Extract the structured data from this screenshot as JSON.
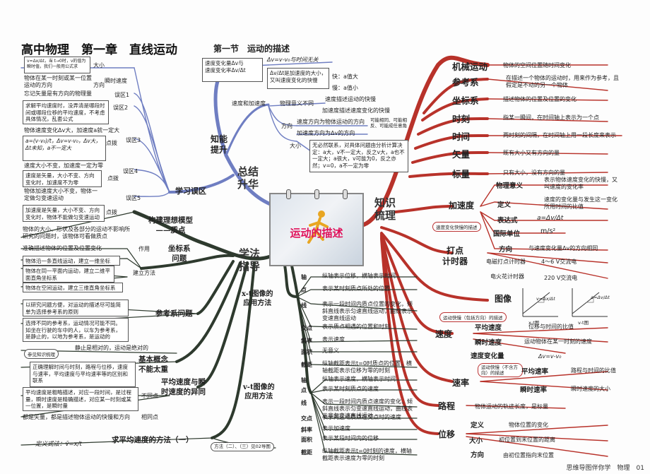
{
  "header": {
    "title": "高中物理　第一章　直线运动",
    "section": "第一节　运动的描述"
  },
  "center": {
    "label": "运动的描述"
  },
  "colors": {
    "knowledge": "#b8322a",
    "practice": "#2f3f7a",
    "summary": "#6f7ec2",
    "method": "#2e3a2e",
    "accent": "#e0105a"
  },
  "branches": {
    "knowledge": {
      "label": "知识\n梳理"
    },
    "summary": {
      "label": "总结\n升华"
    },
    "method": {
      "label": "学法\n指导"
    }
  },
  "knowledge_items": [
    {
      "key": "机械运动",
      "desc": "物体的空间位置随时间变化"
    },
    {
      "key": "参考系",
      "desc": "在描述一个物体的运动时，用来作为参考，且假定是不动的另一个物体"
    },
    {
      "key": "坐标系",
      "desc": "描述物体的位置及位置的变化"
    },
    {
      "key": "时刻",
      "desc": "指某一瞬间，在时间轴上表示为一个点"
    },
    {
      "key": "时间",
      "desc": "两时刻的间隔，在时间轴上用一段长度来表示"
    },
    {
      "key": "矢量",
      "desc": "既有大小又有方向的量"
    },
    {
      "key": "标量",
      "desc": "只有大小，没有方向的量"
    }
  ],
  "acceleration": {
    "label": "加速度",
    "note": "速度变化快慢的描述",
    "physics_meaning": "物理意义",
    "physics_meaning_desc": "表示物体速度变化的快慢，又叫速度的变化率",
    "definition": "定义",
    "definition_desc": "速度的变化量与发生这一变化所用时间的比值",
    "expression": "表达式",
    "expression_value": "a=Δv/Δt",
    "unit": "国际单位",
    "unit_value": "m/s²",
    "direction": "方向",
    "direction_desc": "与速度变化量Δv的方向相同"
  },
  "timer": {
    "label": "打点\n计时器",
    "items": [
      {
        "key": "电磁打点计时器",
        "value": "4～6 V交流电"
      },
      {
        "key": "电火花计时器",
        "value": "220 V交流电"
      }
    ]
  },
  "image_label": "图像",
  "graph_captions": [
    "x-t图",
    "v-t图"
  ],
  "graph_formulas": [
    "v=Δx/Δt",
    "a=Δv/Δt"
  ],
  "velocity": {
    "label": "速度",
    "note": "运动快慢（包括方向）的描述",
    "avg": "平均速度",
    "avg_desc": "位移与时间的比值",
    "inst": "瞬时速度",
    "inst_desc": "运动物体在某一时刻的速度",
    "change": "速度变化量",
    "change_value": "Δv=v-v₀"
  },
  "speed": {
    "label": "速率",
    "note": "运动快慢（不含方向）的描述",
    "avg": "平均速率",
    "avg_desc": "路程与时间的比值",
    "inst": "瞬时速率",
    "inst_desc": "瞬时速度的大小"
  },
  "path": {
    "label": "路程",
    "desc": "物体运动的轨迹长度，是标量"
  },
  "displacement": {
    "label": "位移",
    "def": "定义",
    "def_desc": "物体位置的变化",
    "size": "大小",
    "size_desc": "初位置到末位置的距离",
    "dir": "方向",
    "dir_desc": "由初位置指向末位置"
  },
  "summary": {
    "ability": "知能\n提升",
    "practice": "学习误区",
    "top_box1": "速度变化量Δv与\n速度变化率Δv/Δt",
    "top_formula": "Δv=v-v₀与时间无关",
    "top_box2": "Δv/Δt是加速度的大小，\n又叫速度变化的快慢",
    "fast": "快：a值大",
    "slow": "慢：a值小",
    "va": "速度和加速度",
    "va_meaning": "物理意义不同",
    "va_m1": "速度描述运动的快慢",
    "va_m2": "加速度描述速度变化的快慢",
    "dir": "方向",
    "dir1": "速度方向为物体运动的方向",
    "dir_note": "可能相同、可能相反、可能成任意角",
    "dir2": "加速度方向为Δv的方向",
    "size": "大小",
    "size_box": "无必然联系，对具体问题由分析计算决定：a大，v不一定大，反之v大，a也不一定大；a很大，v可能为0，反之亦然；v=0，a不一定为零"
  },
  "practice": {
    "zone1": "误区1",
    "zone2": "误区2",
    "zone3": "误区3",
    "zone4": "误区4",
    "zone5": "误区5",
    "big": "大小",
    "dir": "方向",
    "inst_v": "瞬时速度",
    "p_formula": "v=Δx/Δt，当 t→0时，v的值为瞬时值，我们一般用公式求",
    "p1": "物体在某一时刻或某一位置运动的方向",
    "z1": "忘记矢量是有方向的物理量",
    "z2": "求解平均速度时，没弄清是哪段时间或哪段位移的平均速度，不考虑具体情况，乱套公式",
    "z3a": "物体速度变化Δv大，加速度a就一定大",
    "z3b": "a=(v-v₀)/t，Δv=v-v₀，Δv大，Δt未知，a不一定大",
    "zd": "点拨",
    "z4a": "速度大小不变，加速度一定为零",
    "z4b": "速度是矢量，大小不变、方向变化时，加速度不为零",
    "z5a": "物体加速度大小不变，物体一定做匀变速运动",
    "z5b": "加速度是矢量，大小不变、方向变化时，物体不能做匀变速运动"
  },
  "method": {
    "model": "构建理想模型\n——质点",
    "model_desc": "物体的大小、形状及各部分的运动不影响所研究的问题时，该物体可看做质点",
    "coord": "坐标系\n问题",
    "role": "作用",
    "role_desc": "准确描述物体的位置及位置变化",
    "build": "建立方法",
    "b1": "物体沿一条直线运动，建立一维坐标",
    "b2": "物体在同一平面内运动，建立二维平面直角坐标系",
    "b3": "物体在空间运动，建立三维直角坐标系",
    "ref": "参考系问题",
    "ref1": "以研究问题方便，对运动的描述尽可能简单为选择参考系的原则",
    "ref2": "选择不同的参考系，运动情况可能不同。如坐在行驶的车中的人，以车为参考系，是静止的，以地为参考系，是运动的",
    "ref_note": "参见知识梳理",
    "ref3": "静止是相对的，运动是绝对的",
    "concept": "基本概念\n不能太重",
    "concept_desc": "正确理解时间与时刻，路程与位移，速度与速率，平均速度与平均速率等的区别和联系",
    "avginst": "平均速度与瞬\n时速度的异同",
    "diff": "不同点",
    "diff_desc": "平均速度是粗略描述，对应一段时间，是过程量，瞬时速度是精确描述，对应某一时刻或某一位置，是瞬时量",
    "same": "相同点",
    "same_desc": "都是矢量，都是描述物体运动的快慢和方向",
    "xt": "x-t图像的\n应用方法",
    "vt": "v-t图像的\n应用方法",
    "avg_method": "求平均速度的方法（一）",
    "avg_formula": "定义式法：v̄=x/t",
    "avg_more": "方法（二）、（三）见02导图"
  },
  "xt_rows": [
    {
      "k": "轴",
      "v": "纵轴表示位移，横轴表示时间"
    },
    {
      "k": "点",
      "v": "表示某时刻质点所处的位置"
    },
    {
      "k": "线",
      "v": "表示一段时间内质点位置的变化，倾斜直线表示匀速直线运动，曲线表示变速直线运动"
    },
    {
      "k": "交点",
      "v": "表示质点相遇的位置和时刻"
    },
    {
      "k": "斜率",
      "v": "表示速度"
    },
    {
      "k": "面积",
      "v": "无意义"
    },
    {
      "k": "截距",
      "v": "纵轴截距表示t=0时质点的位置，横轴截距表示位移为零的时刻"
    }
  ],
  "vt_rows": [
    {
      "k": "轴",
      "v": "纵轴表示速度，横轴表示时间"
    },
    {
      "k": "点",
      "v": "表示某时刻质点的速度"
    },
    {
      "k": "线",
      "v": "表示一段时间内质点速度的变化，倾斜直线表示匀变速直线运动，曲线表示非匀变速直线运动"
    },
    {
      "k": "交点",
      "v": "表示两运动质点在交点时的速度"
    },
    {
      "k": "斜率",
      "v": "表示加速度"
    },
    {
      "k": "面积",
      "v": "表示某段时间内的位移"
    },
    {
      "k": "截距",
      "v": "纵轴截距表示t=0时刻的速度，横轴截距表示速度为零的时刻"
    }
  ],
  "footer": "思维导图伴你学　物理　01"
}
